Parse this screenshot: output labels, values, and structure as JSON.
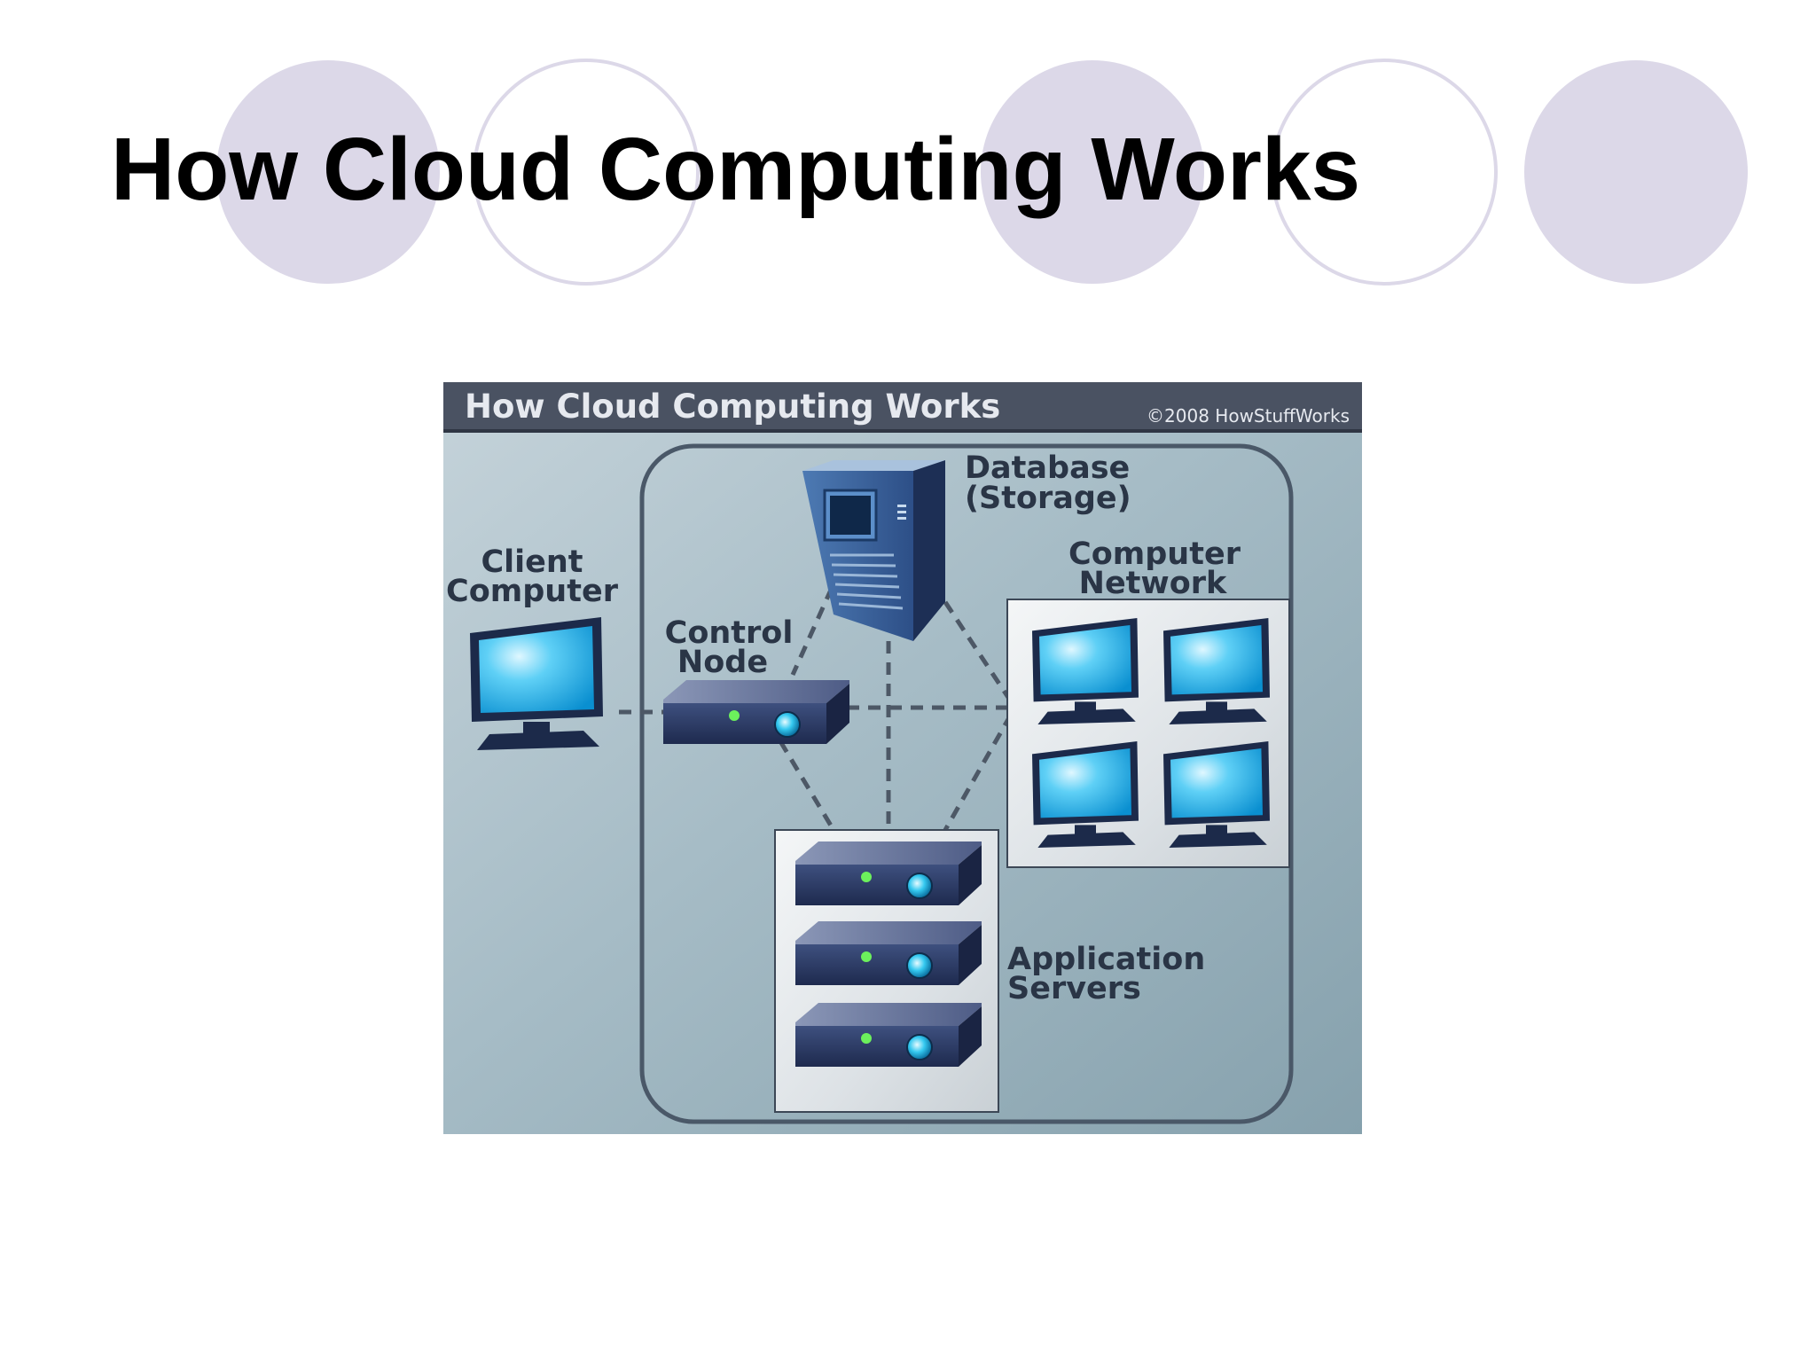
{
  "slide": {
    "title": "How Cloud Computing Works"
  },
  "figure": {
    "header_title": "How Cloud Computing Works",
    "copyright": "©2008 HowStuffWorks",
    "labels": {
      "database_line1": "Database",
      "database_line2": "(Storage)",
      "client_line1": "Client",
      "client_line2": "Computer",
      "control_line1": "Control",
      "control_line2": "Node",
      "network_line1": "Computer",
      "network_line2": "Network",
      "appservers_line1": "Application",
      "appservers_line2": "Servers"
    }
  },
  "colors": {
    "decoration": "#dcd8e8",
    "header_bar": "#4a5262",
    "screen": "#1fb0ef",
    "server_body": "#2b3a66"
  }
}
